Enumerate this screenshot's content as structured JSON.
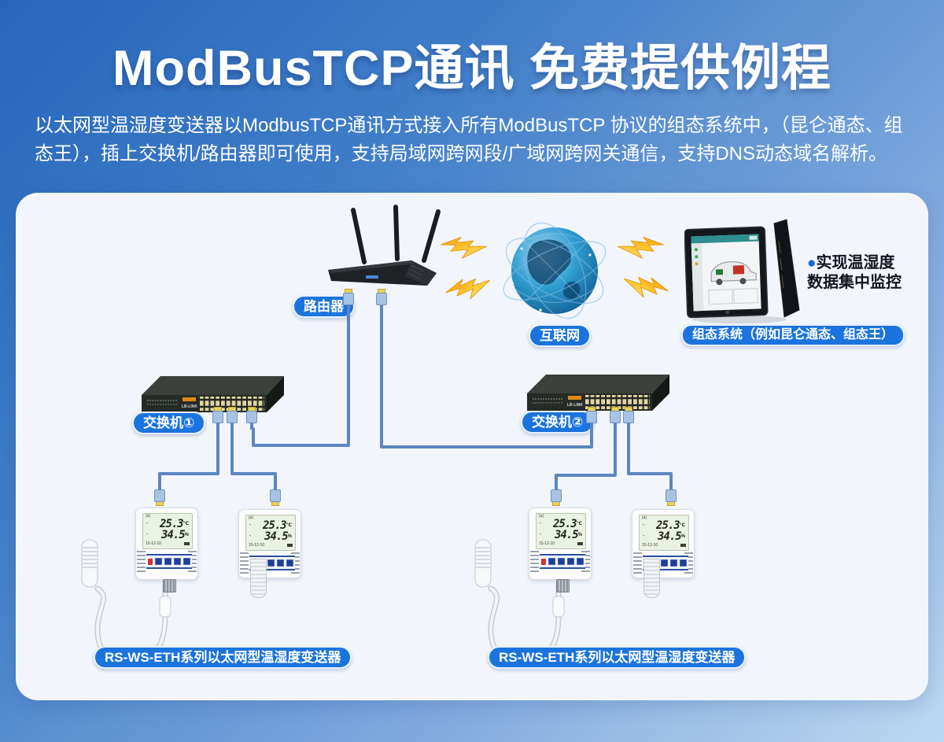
{
  "header": {
    "title": "ModBusTCP通讯 免费提供例程",
    "description": "以太网型温湿度变送器以ModbusTCP通讯方式接入所有ModBusTCP 协议的组态系统中，（昆仑通态、组态王），插上交换机/路由器即可使用，支持局域网跨网段/广域网跨网关通信，支持DNS动态域名解析。"
  },
  "diagram": {
    "router_label": "路由器",
    "internet_label": "互联网",
    "scada_system_label": "组态系统（例如昆仑通态、组态王）",
    "scada_note": {
      "bullet": "●",
      "line1": "实现温湿度",
      "line2": "数据集中监控"
    },
    "switch1_label": "交换机①",
    "switch2_label": "交换机②",
    "switch_brand": "LB-LINK",
    "sensor_group1_label": "RS-WS-ETH系列以太网型温湿度变送器",
    "sensor_group2_label": "RS-WS-ETH系列以太网型温湿度变送器",
    "sensor_lcd": {
      "signal_flag": "(a)",
      "temperature": "25.3",
      "temperature_unit": "℃",
      "humidity": "34.5",
      "humidity_unit": "%",
      "date_code": "15-12-10"
    }
  },
  "colors": {
    "background_top": "#2766BB",
    "background_bottom": "#BDD8F1",
    "card": "#F2F6FC",
    "badge_blue": "#1B74DD",
    "cable_blue": "#5B86C0",
    "lightning_orange": "#F7A600",
    "note_bullet_blue": "#1565D8",
    "lcd_green": "#EAF2E3"
  }
}
